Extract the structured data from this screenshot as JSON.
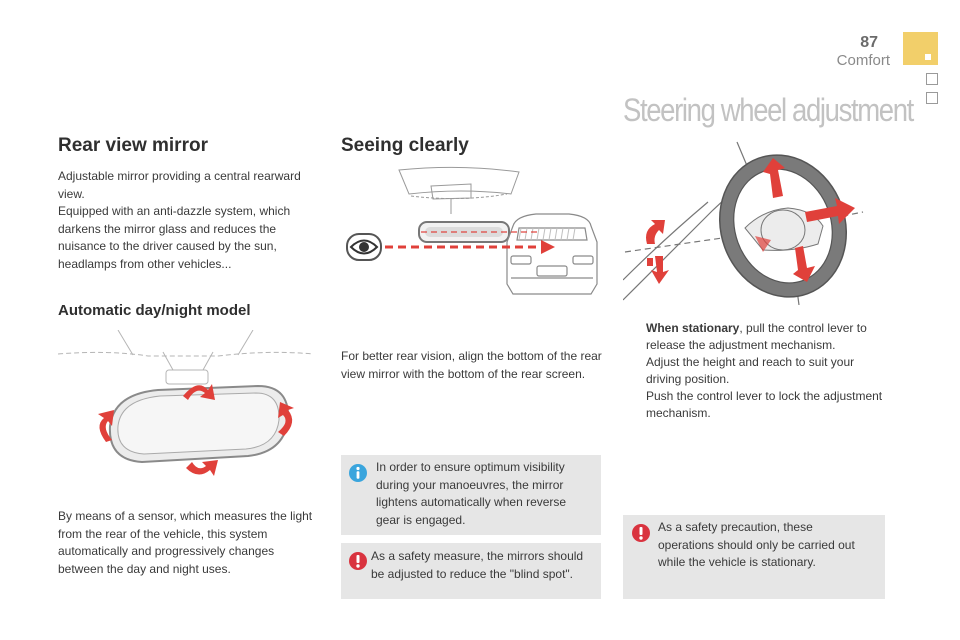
{
  "header": {
    "page_number": "87",
    "section": "Comfort"
  },
  "steering_title": "Steering wheel adjustment",
  "rear_view": {
    "title": "Rear view mirror",
    "paragraph1": "Adjustable mirror providing a central rearward view.",
    "paragraph2": "Equipped with an anti-dazzle system, which darkens the mirror glass and reduces the nuisance to the driver caused by the sun, headlamps from other vehicles...",
    "subtitle": "Automatic day/night model",
    "paragraph3": "By means of a sensor, which measures the light from the rear of the vehicle, this system automatically and progressively changes between the day and night uses."
  },
  "seeing": {
    "title": "Seeing clearly",
    "paragraph": "For better rear vision, align the bottom of the rear view mirror with the bottom of the rear screen.",
    "info_note": "In order to ensure optimum visibility during your manoeuvres, the mirror lightens automatically when reverse gear is engaged.",
    "warning_note": "As a safety measure, the mirrors should be adjusted to reduce the \"blind spot\"."
  },
  "steering": {
    "bullet_glyph": "",
    "step1_bold": "When stationary",
    "step1_rest": ", pull the control lever to release the adjustment mechanism.",
    "step2": "Adjust the height and reach to suit your driving position.",
    "step3": "Push the control lever to lock the adjustment mechanism.",
    "warning_note": "As a safety precaution, these operations should only be carried out while the vehicle is stationary."
  },
  "icons": {
    "info": "info-icon",
    "warning": "warning-icon",
    "eye": "eye-icon"
  },
  "colors": {
    "accent_tab": "#f2cf6a",
    "note_bg": "#e6e6e6",
    "arrow_red": "#e0403a",
    "warning_red": "#d9333f",
    "info_blue": "#3aa5dd"
  }
}
